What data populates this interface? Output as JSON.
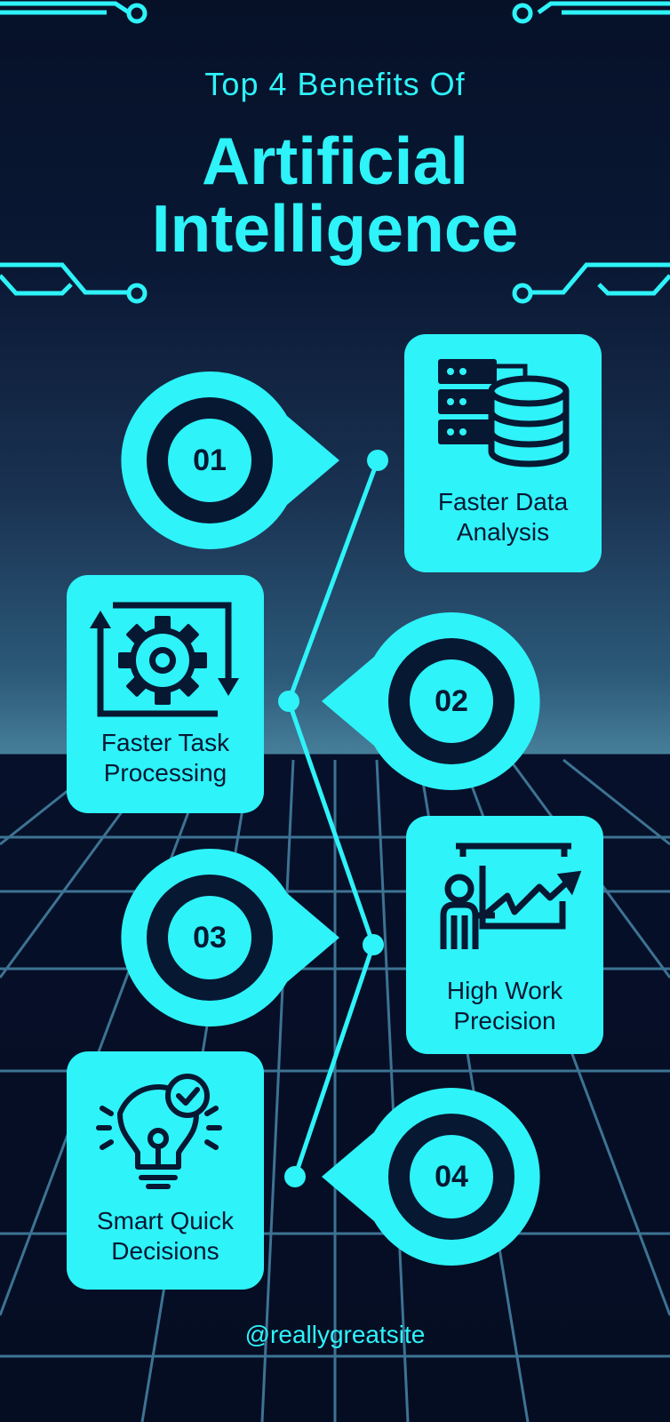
{
  "header": {
    "subtitle": "Top 4 Benefits Of",
    "title_line1": "Artificial",
    "title_line2": "Intelligence"
  },
  "benefits": [
    {
      "number": "01",
      "label_line1": "Faster Data",
      "label_line2": "Analysis",
      "icon": "database-server-icon"
    },
    {
      "number": "02",
      "label_line1": "Faster Task",
      "label_line2": "Processing",
      "icon": "gear-cycle-icon"
    },
    {
      "number": "03",
      "label_line1": "High Work",
      "label_line2": "Precision",
      "icon": "presentation-chart-icon"
    },
    {
      "number": "04",
      "label_line1": "Smart Quick",
      "label_line2": "Decisions",
      "icon": "lightbulb-check-icon"
    }
  ],
  "footer": {
    "handle": "@reallygreatsite"
  },
  "colors": {
    "accent": "#2ef3f9",
    "background": "#050d22",
    "dark_text": "#071832",
    "grid": "#3d7393"
  }
}
